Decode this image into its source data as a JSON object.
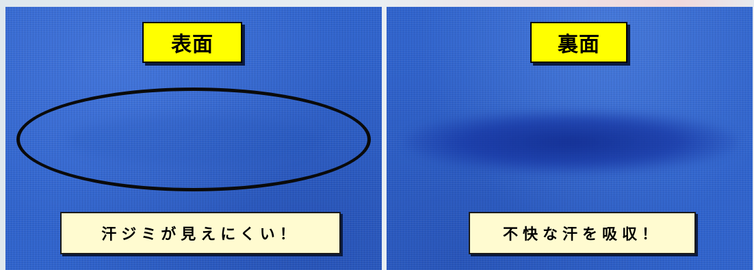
{
  "panels": {
    "front": {
      "title": "表面",
      "caption": "汗ジミが見えにくい！"
    },
    "back": {
      "title": "裏面",
      "caption": "不快な汗を吸収！"
    }
  },
  "colors": {
    "fabric": "#2f63cc",
    "title_bg": "#ffff00",
    "caption_bg": "#fffbd0",
    "outline": "#0a0a0a"
  }
}
